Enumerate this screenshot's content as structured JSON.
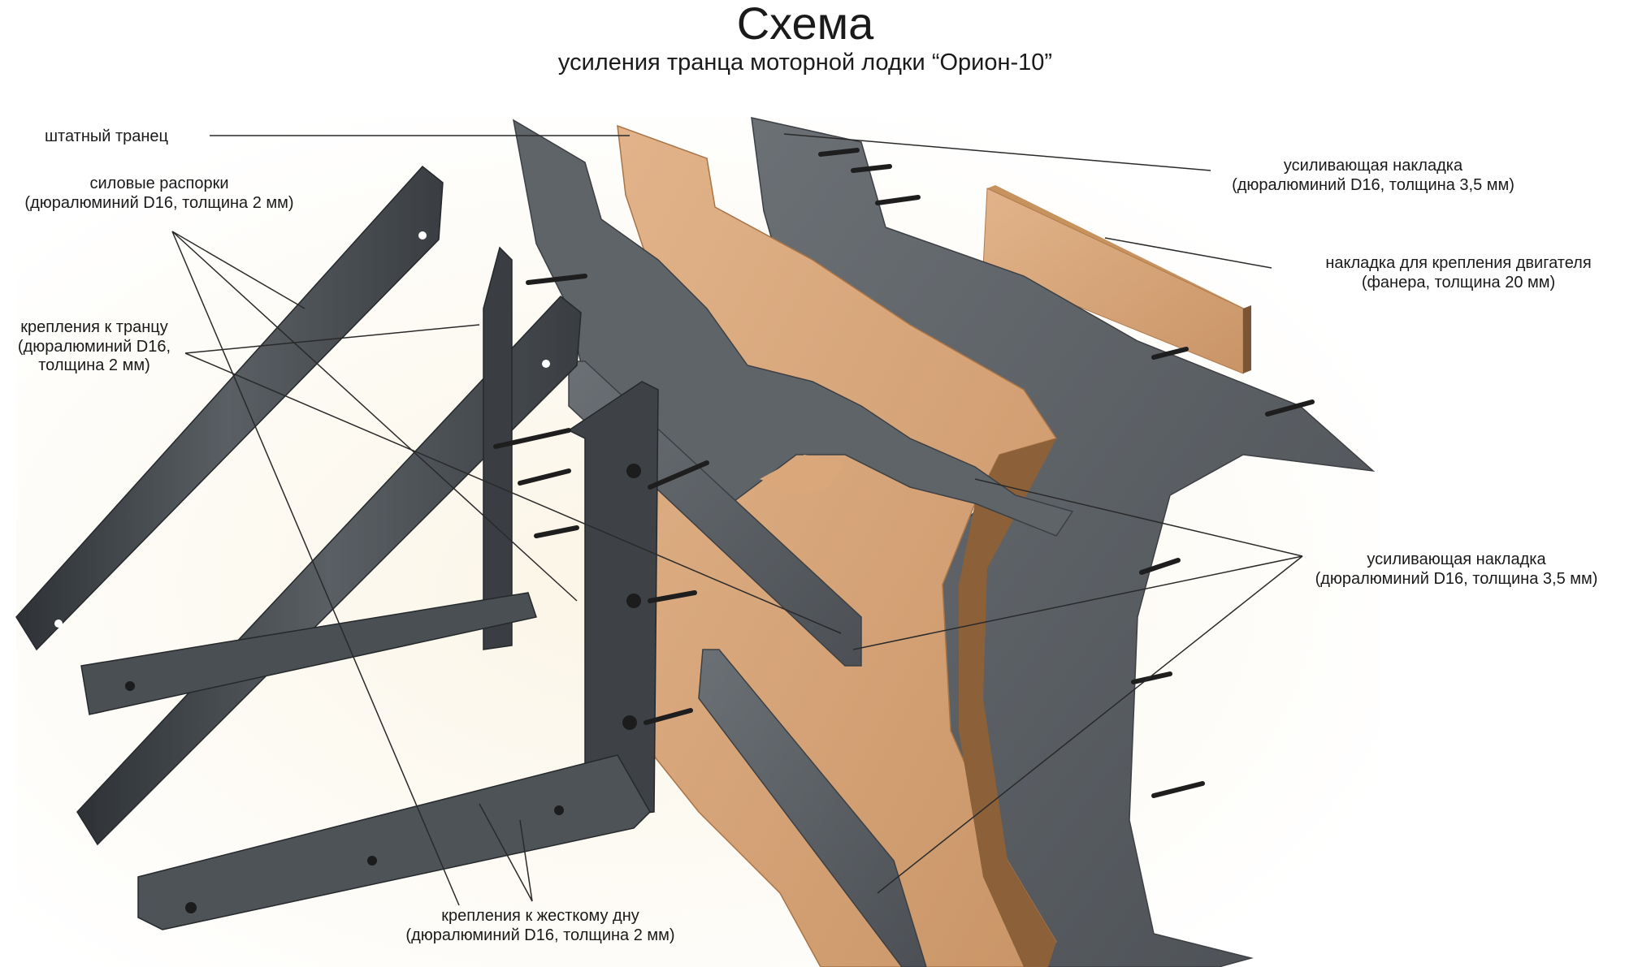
{
  "title": "Схема",
  "subtitle": "усиления транца моторной лодки “Орион-10”",
  "labels": {
    "standard_transom": "штатный транец",
    "struts_line1": "силовые распорки",
    "struts_line2": "(дюралюминий D16, толщина 2 мм)",
    "transom_mounts_line1": "крепления к транцу",
    "transom_mounts_line2": "(дюралюминий D16,",
    "transom_mounts_line3": "толщина 2 мм)",
    "reinforcing_top_line1": "усиливающая накладка",
    "reinforcing_top_line2": "(дюралюминий D16, толщина 3,5 мм)",
    "engine_pad_line1": "накладка для крепления двигателя",
    "engine_pad_line2": "(фанера,  толщина 20 мм)",
    "reinforcing_lower_line1": "усиливающая накладка",
    "reinforcing_lower_line2": "(дюралюминий D16, толщина 3,5 мм)",
    "bottom_mounts_line1": "крепления к жесткому дну",
    "bottom_mounts_line2": "(дюралюминий D16, толщина 2 мм)"
  },
  "colors": {
    "plywood": "#d9a77a",
    "plywood_dark": "#b98656",
    "metal": "#5c6166",
    "metal_dark": "#3c4044",
    "metal_light": "#868b90",
    "bolt": "#1e1e1e",
    "background_glow": "#fbf6e8"
  }
}
